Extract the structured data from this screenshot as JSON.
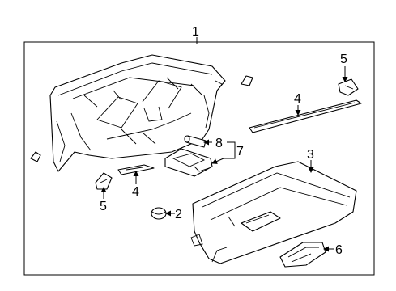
{
  "callouts": [
    {
      "id": "c1",
      "label": "1"
    },
    {
      "id": "c2",
      "label": "2"
    },
    {
      "id": "c3",
      "label": "3"
    },
    {
      "id": "c4a",
      "label": "4"
    },
    {
      "id": "c4b",
      "label": "4"
    },
    {
      "id": "c5a",
      "label": "5"
    },
    {
      "id": "c5b",
      "label": "5"
    },
    {
      "id": "c6",
      "label": "6"
    },
    {
      "id": "c7",
      "label": "7"
    },
    {
      "id": "c8",
      "label": "8"
    }
  ]
}
